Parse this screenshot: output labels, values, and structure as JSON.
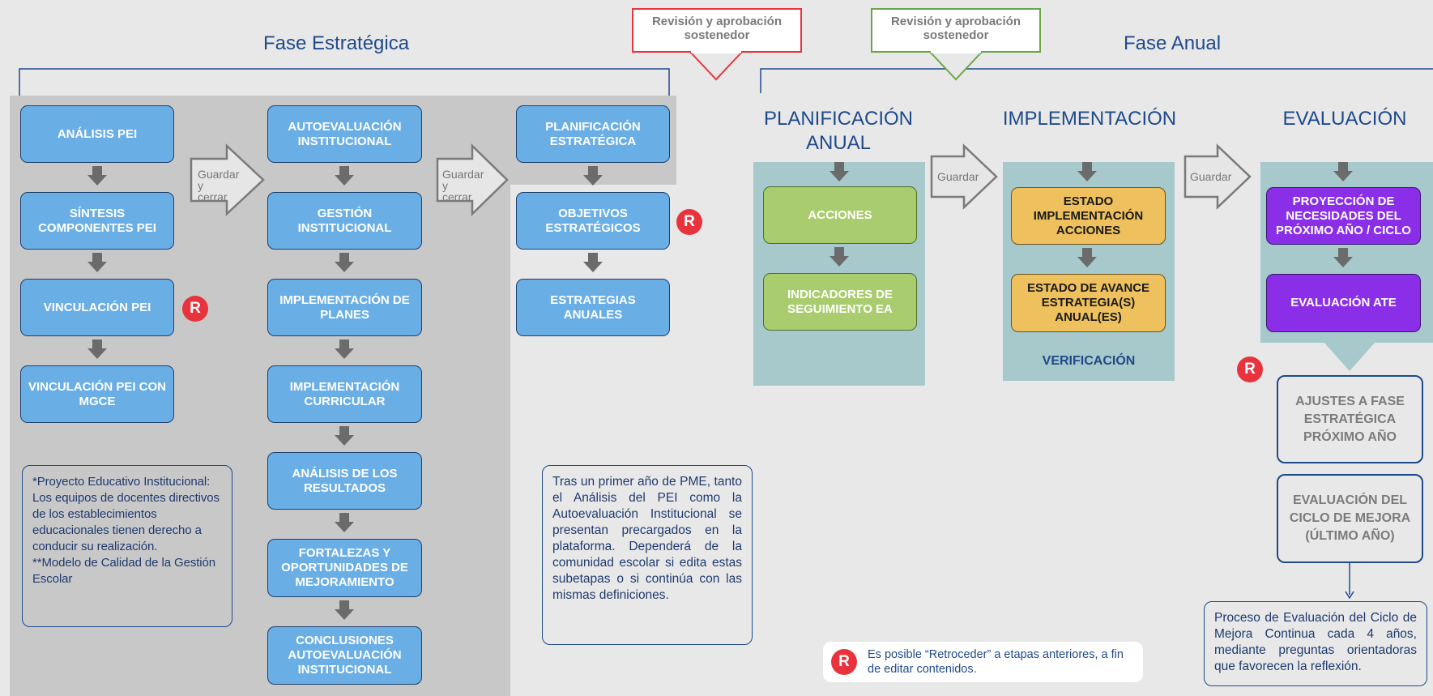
{
  "phases": {
    "estrategica": "Fase Estratégica",
    "anual": "Fase Anual"
  },
  "review": {
    "red": "Revisión y aprobación sostenedor",
    "green": "Revisión y aprobación sostenedor"
  },
  "guardar": {
    "gc1": "Guardar y cerrar",
    "gc2": "Guardar y cerrar",
    "g1": "Guardar",
    "g2": "Guardar"
  },
  "col1": {
    "analisis": "ANÁLISIS PEI",
    "sintesis": "SÍNTESIS COMPONENTES PEI",
    "vinculacion": "VINCULACIÓN PEI",
    "vinculacion_mgce": "VINCULACIÓN PEI CON MGCE"
  },
  "col2": {
    "autoeval": "AUTOEVALUACIÓN INSTITUCIONAL",
    "gestion": "GESTIÓN INSTITUCIONAL",
    "impl_planes": "IMPLEMENTACIÓN DE PLANES",
    "impl_curricular": "IMPLEMENTACIÓN CURRICULAR",
    "analisis_result": "ANÁLISIS DE LOS RESULTADOS",
    "fortalezas": "FORTALEZAS Y OPORTUNIDADES DE MEJORAMIENTO",
    "conclusiones": "CONCLUSIONES AUTOEVALUACIÓN INSTITUCIONAL"
  },
  "col3": {
    "planificacion": "PLANIFICACIÓN ESTRATÉGICA",
    "objetivos": "OBJETIVOS ESTRATÉGICOS",
    "estrategias": "ESTRATEGIAS ANUALES"
  },
  "anual": {
    "plan_title": "PLANIFICACIÓN ANUAL",
    "impl_title": "IMPLEMENTACIÓN",
    "eval_title": "EVALUACIÓN",
    "acciones": "ACCIONES",
    "indicadores": "INDICADORES DE SEGUIMIENTO EA",
    "estado_impl": "ESTADO IMPLEMENTACIÓN ACCIONES",
    "estado_avance": "ESTADO DE AVANCE ESTRATEGIA(S) ANUAL(ES)",
    "verificacion": "VERIFICACIÓN",
    "proyeccion": "PROYECCIÓN DE NECESIDADES DEL PRÓXIMO AÑO / CICLO",
    "eval_ate": "EVALUACIÓN ATE",
    "ajustes": "AJUSTES A FASE ESTRATÉGICA PRÓXIMO AÑO",
    "eval_ciclo": "EVALUACIÓN DEL CICLO DE MEJORA (ÚLTIMO AÑO)"
  },
  "notes": {
    "pei": "*Proyecto Educativo Institucional: Los equipos de docentes directivos de los establecimientos educacionales tienen derecho a conducir su realización.\n**Modelo de Calidad de la Gestión Escolar",
    "pme": "Tras un primer año de PME, tanto el Análisis del PEI como la Autoevaluación Institucional se presentan precargados en la plataforma. Dependerá de la comunidad escolar si edita estas subetapas o si continúa con las mismas definiciones.",
    "ciclo": "Proceso de Evaluación del Ciclo de Mejora Continua cada 4 años, mediante preguntas orientadoras que favorecen la reflexión.",
    "legend": "Es posible “Retroceder” a etapas anteriores, a fin de editar contenidos."
  },
  "badge_letter": "R",
  "colors": {
    "blue_box": "#6aaee6",
    "green_box": "#a8cc6e",
    "orange_box": "#eec05e",
    "purple_box": "#8a2ee8",
    "teal_panel": "#a7c9cb",
    "badge_red": "#e8333d",
    "title_blue": "#1f4a8a"
  }
}
